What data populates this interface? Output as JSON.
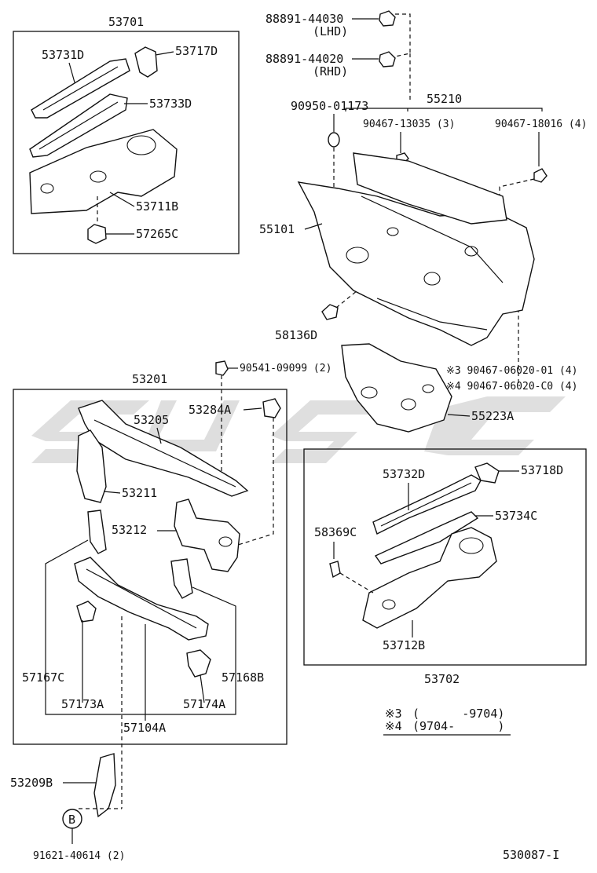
{
  "watermark": "SUSC",
  "footer_code": "530087-I",
  "groups": {
    "g53701": "53701",
    "g53201": "53201",
    "g53702": "53702",
    "g55210": "55210"
  },
  "labels": {
    "l88891_44030": "88891-44030",
    "l88891_44030_note": "(LHD)",
    "l88891_44020": "88891-44020",
    "l88891_44020_note": "(RHD)",
    "l90950_01173": "90950-01173",
    "l90467_13035": "90467-13035 (3)",
    "l90467_18016": "90467-18016 (4)",
    "l53731D": "53731D",
    "l53717D": "53717D",
    "l53733D": "53733D",
    "l53711B": "53711B",
    "l57265C": "57265C",
    "l55101": "55101",
    "l58136D": "58136D",
    "l90467_06020_01": "※3 90467-06020-01 (4)",
    "l90467_06020_C0": "※4 90467-06020-C0 (4)",
    "l55223A": "55223A",
    "l90541_09099": "90541-09099 (2)",
    "l53284A": "53284A",
    "l53205": "53205",
    "l53211": "53211",
    "l53212": "53212",
    "l57167C": "57167C",
    "l57173A": "57173A",
    "l57174A": "57174A",
    "l57168B": "57168B",
    "l57104A": "57104A",
    "l53732D": "53732D",
    "l53718D": "53718D",
    "l53734C": "53734C",
    "l58369C": "58369C",
    "l53712B": "53712B",
    "l53209B": "53209B",
    "l91621_40614": "91621-40614 (2)",
    "callout_B": "B"
  },
  "notes": {
    "n3_mark": "※3",
    "n3_range": "(      -9704)",
    "n4_mark": "※4",
    "n4_range": "(9704-      )"
  }
}
